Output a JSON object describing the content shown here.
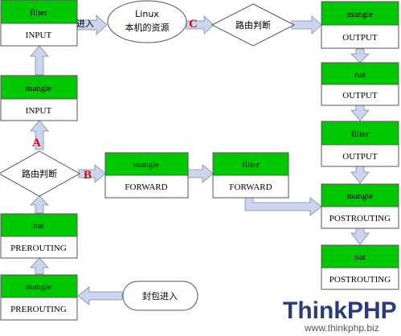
{
  "boxes": {
    "filter_input": {
      "table": "filter",
      "chain": "INPUT"
    },
    "mangle_input": {
      "table": "mangle",
      "chain": "INPUT"
    },
    "nat_prerouting": {
      "table": "nat",
      "chain": "PREROUTING"
    },
    "mangle_prerouting": {
      "table": "mangle",
      "chain": "PREROUTING"
    },
    "mangle_forward": {
      "table": "mangle",
      "chain": "FORWARD"
    },
    "filter_forward": {
      "table": "filter",
      "chain": "FORWARD"
    },
    "mangle_output": {
      "table": "mangle",
      "chain": "OUTPUT"
    },
    "nat_output": {
      "table": "nat",
      "chain": "OUTPUT"
    },
    "filter_output": {
      "table": "filter",
      "chain": "OUTPUT"
    },
    "mangle_postrouting": {
      "table": "mangle",
      "chain": "POSTROUTING"
    },
    "nat_postrouting": {
      "table": "nat",
      "chain": "POSTROUTING"
    }
  },
  "local": {
    "line1": "Linux",
    "line2": "本机的资源"
  },
  "routing_decision_left": "路由判断",
  "routing_decision_top": "路由判断",
  "packet_in": "封包进入",
  "enter_label": "进入",
  "marks": {
    "a": "A",
    "b": "B",
    "c": "C"
  },
  "watermark": {
    "brand_think": "Think",
    "brand_php": "PHP",
    "url": "www.thinkphp.biz"
  },
  "colors": {
    "table_header": "#00c800",
    "mark": "#e00000",
    "arrow_fill": "#ccd4ee"
  }
}
